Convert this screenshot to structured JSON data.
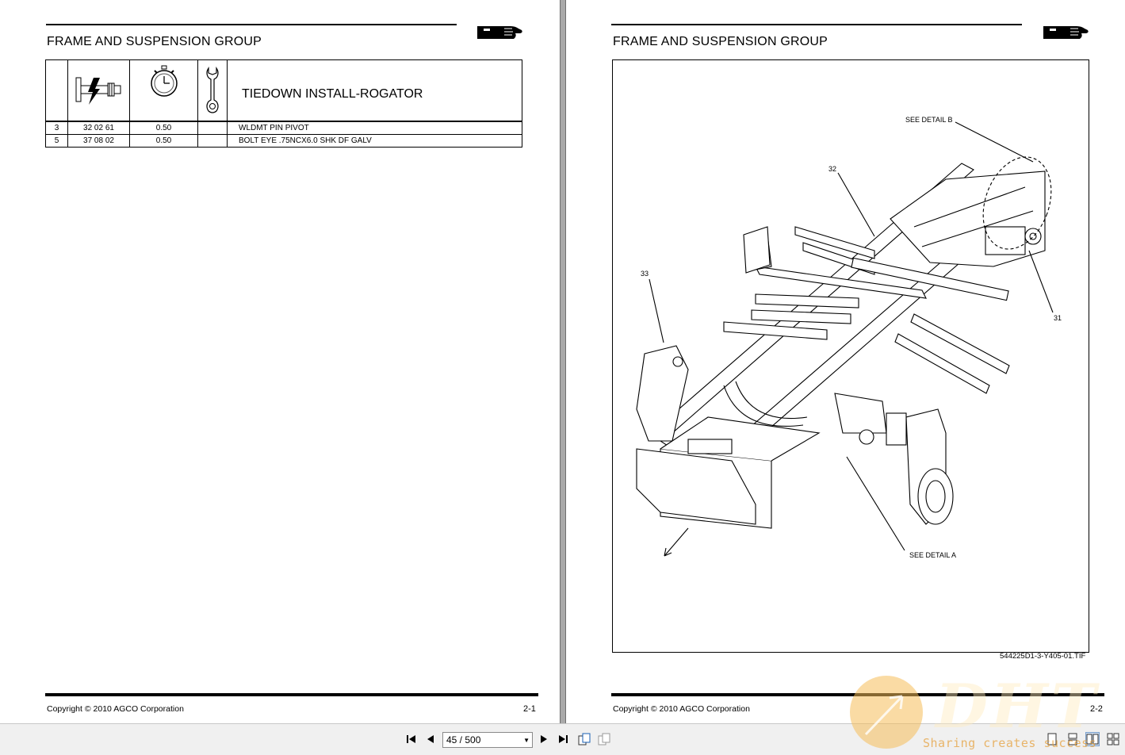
{
  "left_page": {
    "group_title": "FRAME AND SUSPENSION GROUP",
    "table": {
      "title": "TIEDOWN INSTALL-ROGATOR",
      "rows": [
        {
          "item": "3",
          "part_number": "32 02 61",
          "hours": "0.50",
          "tool": "",
          "description": "WLDMT PIN PIVOT"
        },
        {
          "item": "5",
          "part_number": "37 08 02",
          "hours": "0.50",
          "tool": "",
          "description": "BOLT EYE .75NCX6.0 SHK DF GALV"
        }
      ]
    },
    "copyright": "Copyright © 2010 AGCO Corporation",
    "page_number": "2-1"
  },
  "right_page": {
    "group_title": "FRAME AND SUSPENSION GROUP",
    "figure": {
      "callouts": {
        "detail_b": "SEE DETAIL B",
        "c32": "32",
        "c33": "33",
        "c31": "31",
        "detail_a": "SEE DETAIL A"
      },
      "file_name": "544225D1-3-Y405-01.TIF"
    },
    "copyright": "Copyright © 2010 AGCO Corporation",
    "page_number": "2-2"
  },
  "toolbar": {
    "page_indicator": "45 / 500"
  },
  "watermark": {
    "brand": "DHT",
    "slogan": "Sharing creates success"
  },
  "icons": [
    "first-page-icon",
    "prev-page-icon",
    "next-page-icon",
    "last-page-icon",
    "rotate-icon",
    "fit-icon",
    "single-page-icon",
    "continuous-icon",
    "two-page-icon",
    "two-page-continuous-icon",
    "hand-pointer-icon",
    "pin-tool-icon",
    "stopwatch-icon",
    "wrench-icon"
  ]
}
